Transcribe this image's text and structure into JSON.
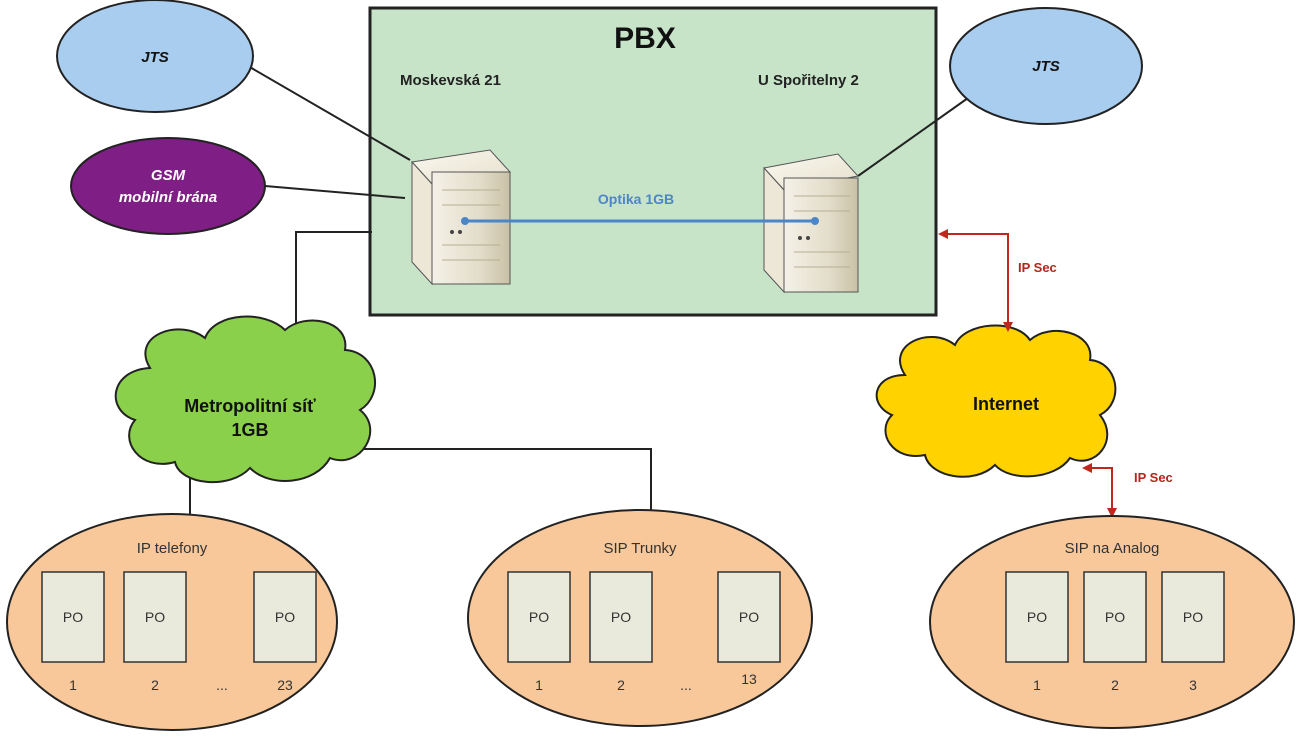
{
  "pbx": {
    "title": "PBX",
    "site_left": "Moskevská 21",
    "site_right": "U Spořitelny 2",
    "link_label": "Optika 1GB"
  },
  "bubbles": {
    "jts_left": "JTS",
    "jts_right": "JTS",
    "gsm_line1": "GSM",
    "gsm_line2": "mobilní brána"
  },
  "clouds": {
    "metro_line1": "Metropolitní síť",
    "metro_line2": "1GB",
    "internet": "Internet"
  },
  "links": {
    "ipsec_top": "IP Sec",
    "ipsec_bottom": "IP Sec"
  },
  "groups": [
    {
      "title": "IP telefony",
      "devices": [
        {
          "label": "PO",
          "number": "1"
        },
        {
          "label": "PO",
          "number": "2"
        },
        {
          "label": "PO",
          "number": "23"
        }
      ],
      "ellipsis": "..."
    },
    {
      "title": "SIP Trunky",
      "devices": [
        {
          "label": "PO",
          "number": "1"
        },
        {
          "label": "PO",
          "number": "2"
        },
        {
          "label": "PO",
          "number": "13"
        }
      ],
      "ellipsis": "..."
    },
    {
      "title": "SIP na Analog",
      "devices": [
        {
          "label": "PO",
          "number": "1"
        },
        {
          "label": "PO",
          "number": "2"
        },
        {
          "label": "PO",
          "number": "3"
        }
      ]
    }
  ],
  "colors": {
    "pbx_fill": "#c8e4c8",
    "jts_fill": "#a9cdee",
    "gsm_fill": "#7f1f86",
    "metro_cloud": "#8ad04a",
    "internet_cloud": "#ffd200",
    "group_fill": "#f8c89a",
    "fiber": "#4a86c8",
    "ipsec": "#c0281e"
  }
}
